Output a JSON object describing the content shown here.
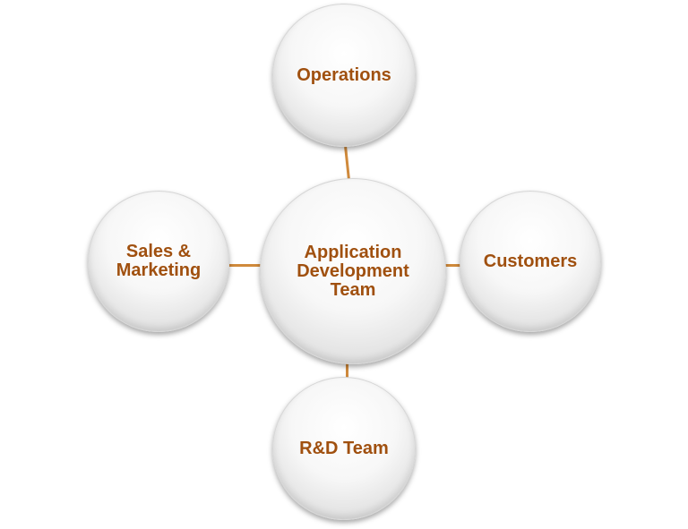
{
  "diagram": {
    "label_color": "#a0500f",
    "connector_color": "#d08a3c",
    "center": {
      "label": "Application\nDevelopment\nTeam"
    },
    "top": {
      "label": "Operations"
    },
    "left": {
      "label": "Sales &\nMarketing"
    },
    "right": {
      "label": "Customers"
    },
    "bottom": {
      "label": "R&D Team"
    }
  }
}
